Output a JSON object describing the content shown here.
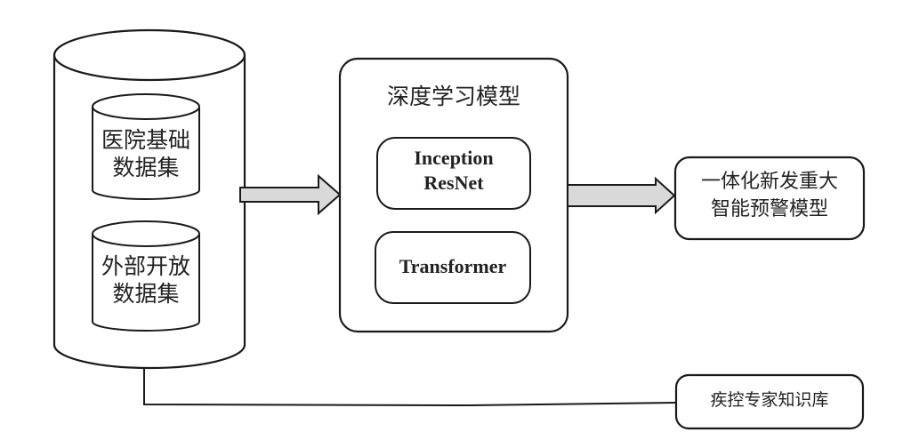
{
  "diagram": {
    "title": "",
    "nodes": {
      "data_store": {
        "label": "",
        "children": [
          {
            "id": "hospital_dataset",
            "line1": "医院基础",
            "line2": "数据集"
          },
          {
            "id": "external_dataset",
            "line1": "外部开放",
            "line2": "数据集"
          }
        ]
      },
      "deep_learning": {
        "title": "深度学习模型",
        "models": [
          {
            "id": "inception_resnet",
            "line1": "Inception",
            "line2": "ResNet"
          },
          {
            "id": "transformer",
            "line1": "Transformer"
          }
        ]
      },
      "output_model": {
        "line1": "一体化新发重大",
        "line2": "智能预警模型"
      },
      "knowledge_base": {
        "label": "疾控专家知识库"
      }
    },
    "edges": [
      {
        "from": "data_store",
        "to": "deep_learning",
        "style": "block-arrow"
      },
      {
        "from": "deep_learning",
        "to": "output_model",
        "style": "block-arrow"
      },
      {
        "from": "data_store",
        "to": "knowledge_base",
        "style": "line"
      }
    ],
    "colors": {
      "stroke": "#1a1a1a",
      "arrow_fill": "#d9d9d9",
      "background": "#ffffff"
    }
  }
}
